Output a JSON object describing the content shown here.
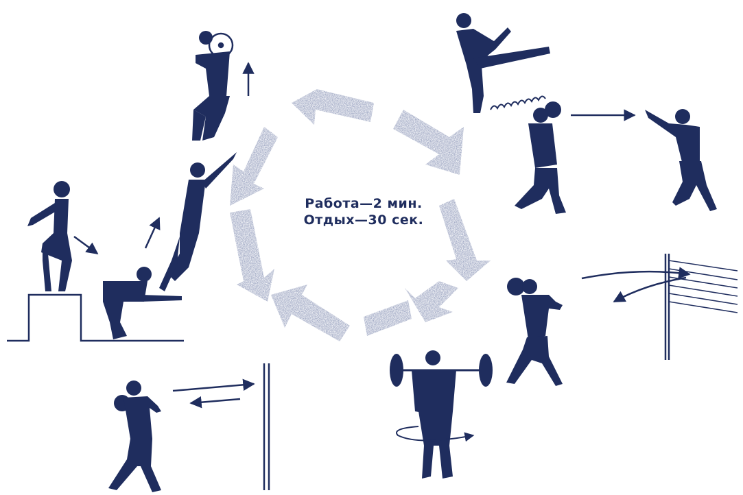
{
  "caption": {
    "line1": "Работа—2 мин.",
    "line2": "Отдых—30 сек."
  },
  "colors": {
    "ink": "#1f2d5e",
    "arrow_fill": "#8d97b8",
    "paper": "#ffffff"
  },
  "stations": [
    {
      "name": "box-jump"
    },
    {
      "name": "squat-with-plate"
    },
    {
      "name": "medicine-ball-kick"
    },
    {
      "name": "medicine-ball-partner-throw"
    },
    {
      "name": "medicine-ball-net-throw"
    },
    {
      "name": "barbell-twist"
    },
    {
      "name": "ball-wall-throw"
    }
  ]
}
